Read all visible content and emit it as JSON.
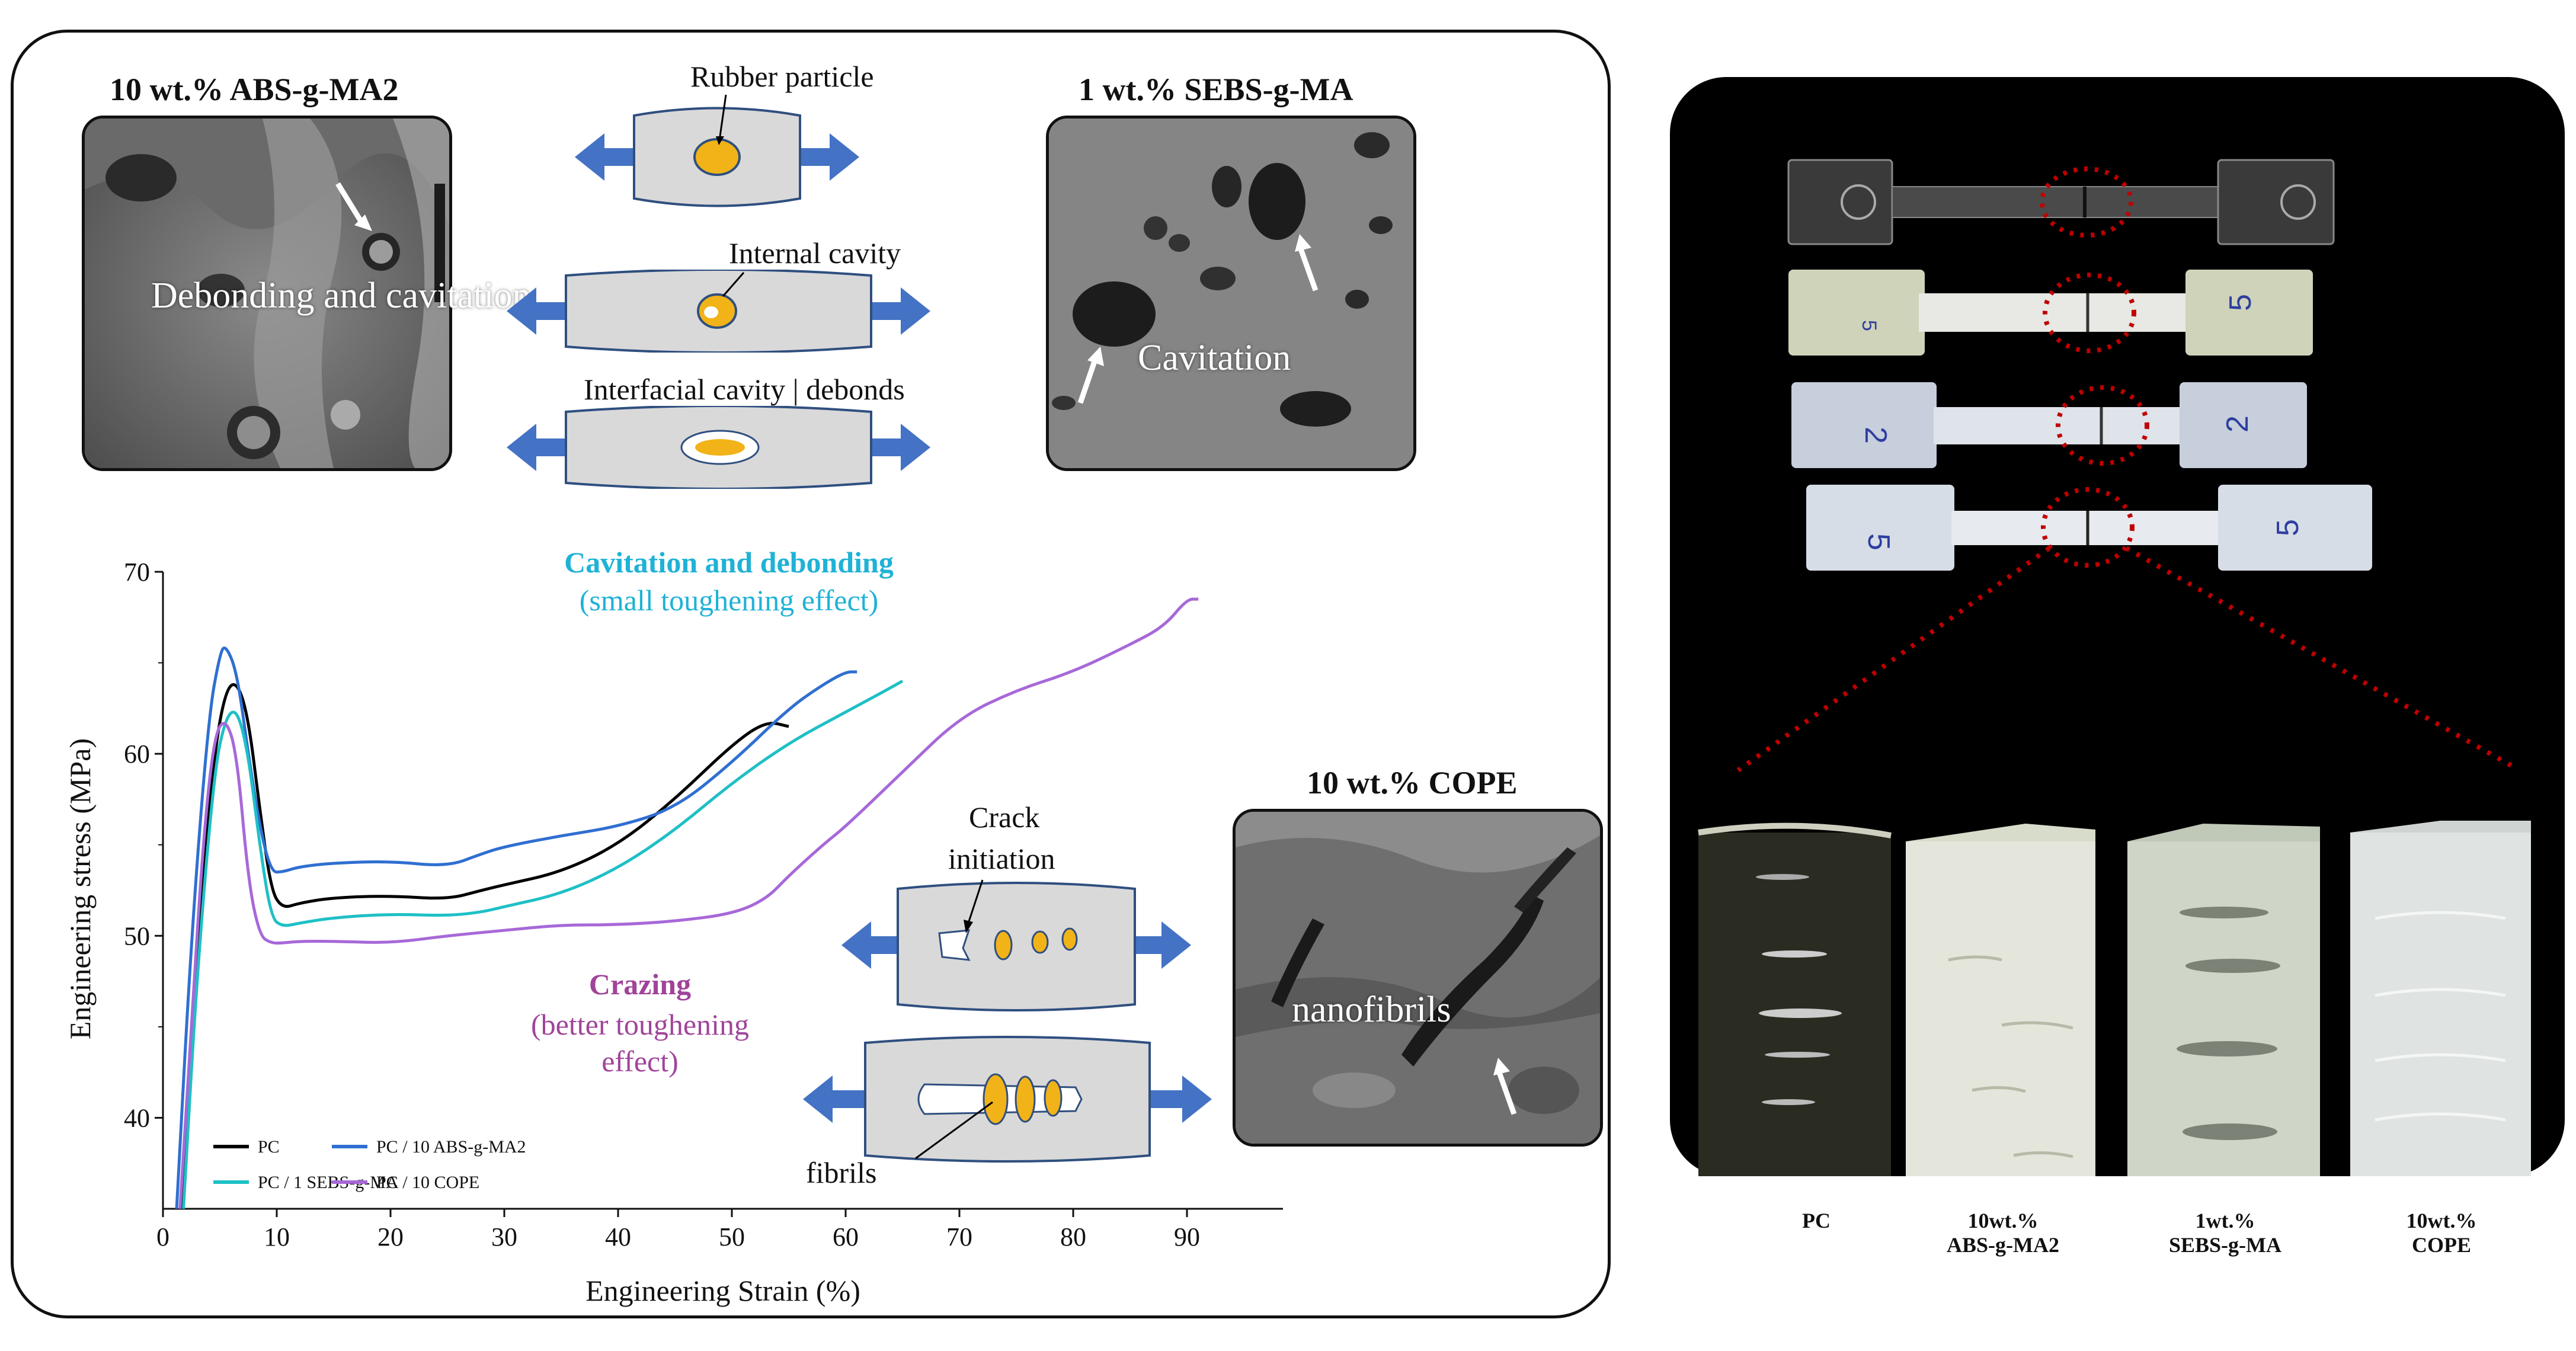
{
  "figure": {
    "sem_top_left": {
      "title": "10 wt.% ABS-g-MA2",
      "label": "Debonding and cavitation"
    },
    "sem_top_right": {
      "title": "1 wt.% SEBS-g-MA",
      "label": "Cavitation"
    },
    "sem_bottom": {
      "title": "10 wt.% COPE",
      "label": "nanofibrils"
    },
    "schematics": {
      "rubber_particle": "Rubber particle",
      "internal_cavity": "Internal cavity",
      "interfacial_cavity": "Interfacial cavity | debonds",
      "crack_initiation_l1": "Crack",
      "crack_initiation_l2": "initiation",
      "fibrils": "fibrils"
    },
    "annotations": {
      "cavitation_title": "Cavitation and debonding",
      "cavitation_sub": "(small toughening effect)",
      "crazing_title": "Crazing",
      "crazing_sub_l1": "(better toughening",
      "crazing_sub_l2": "effect)"
    },
    "specimen_labels": [
      {
        "l1": "PC",
        "l2": ""
      },
      {
        "l1": "10wt.%",
        "l2": "ABS-g-MA2"
      },
      {
        "l1": "1wt.%",
        "l2": "SEBS-g-MA"
      },
      {
        "l1": "10wt.%",
        "l2": "COPE"
      }
    ],
    "specimen_marks": [
      "5",
      "2",
      "5"
    ],
    "colors": {
      "arrow_blue": "#4472c4",
      "particle_orange": "#f2b318",
      "cavitation_cyan": "#1fb2d6",
      "crazing_purple": "#a0449a",
      "highlight_red": "#c00000"
    }
  },
  "chart_data": {
    "type": "line",
    "xlabel": "Engineering Strain (%)",
    "ylabel": "Engineering stress (MPa)",
    "xlim": [
      0,
      95
    ],
    "ylim": [
      35,
      70
    ],
    "xticks": [
      0,
      10,
      20,
      30,
      40,
      50,
      60,
      70,
      80,
      90
    ],
    "yticks": [
      40,
      50,
      60,
      70
    ],
    "legend_position": "bottom-left",
    "series": [
      {
        "name": "PC",
        "color": "#000000",
        "x": [
          1.6,
          3,
          4.5,
          5.5,
          6.5,
          7.5,
          8.5,
          9.5,
          10.5,
          12,
          15,
          20,
          25,
          28,
          30,
          35,
          40,
          45,
          50,
          53,
          55
        ],
        "y": [
          35,
          50,
          60,
          63.5,
          64,
          62,
          57,
          52.5,
          51.5,
          51.8,
          52.1,
          52.2,
          52,
          52.5,
          52.8,
          53.5,
          55,
          57.5,
          60.5,
          61.8,
          61.5
        ]
      },
      {
        "name": "PC / 10 ABS-g-MA2",
        "color": "#2f6fd1",
        "x": [
          1.2,
          2.5,
          4,
          5,
          5.5,
          6.5,
          7.5,
          8.5,
          9.5,
          10.5,
          12,
          15,
          20,
          25,
          28,
          30,
          35,
          40,
          45,
          50,
          55,
          58,
          60,
          61
        ],
        "y": [
          35,
          50,
          62,
          65.5,
          66,
          64.5,
          60,
          56,
          53.5,
          53.5,
          53.8,
          54,
          54.1,
          53.8,
          54.5,
          54.9,
          55.5,
          56,
          57,
          59.5,
          62.5,
          63.8,
          64.5,
          64.5
        ]
      },
      {
        "name": "PC / 1 SEBS-g-MA",
        "color": "#1ec0c6",
        "x": [
          1.8,
          3,
          4.5,
          5.5,
          6.5,
          7.5,
          8.5,
          9.5,
          10.5,
          12,
          15,
          20,
          25,
          28,
          30,
          35,
          40,
          45,
          50,
          55,
          60,
          63,
          65
        ],
        "y": [
          35,
          48,
          59,
          62,
          62.5,
          60,
          55,
          51,
          50.5,
          50.7,
          51,
          51.2,
          51.1,
          51.3,
          51.6,
          52.3,
          53.7,
          55.8,
          58.4,
          60.6,
          62.3,
          63.3,
          64
        ]
      },
      {
        "name": "PC / 10 COPE",
        "color": "#a768d8",
        "x": [
          1.5,
          2.5,
          3.5,
          4.5,
          5.5,
          6.5,
          7.5,
          8.5,
          9.5,
          10.5,
          12,
          15,
          20,
          25,
          30,
          35,
          40,
          45,
          50,
          53,
          55,
          58,
          60,
          65,
          70,
          75,
          80,
          85,
          88,
          90,
          91
        ],
        "y": [
          35,
          45,
          55,
          61,
          62,
          60,
          53,
          50,
          49.6,
          49.6,
          49.7,
          49.7,
          49.6,
          50,
          50.3,
          50.6,
          50.6,
          50.8,
          51.2,
          52,
          53.3,
          55,
          56,
          59,
          62,
          63.5,
          64.5,
          66,
          67,
          68.5,
          68.5
        ]
      }
    ]
  }
}
